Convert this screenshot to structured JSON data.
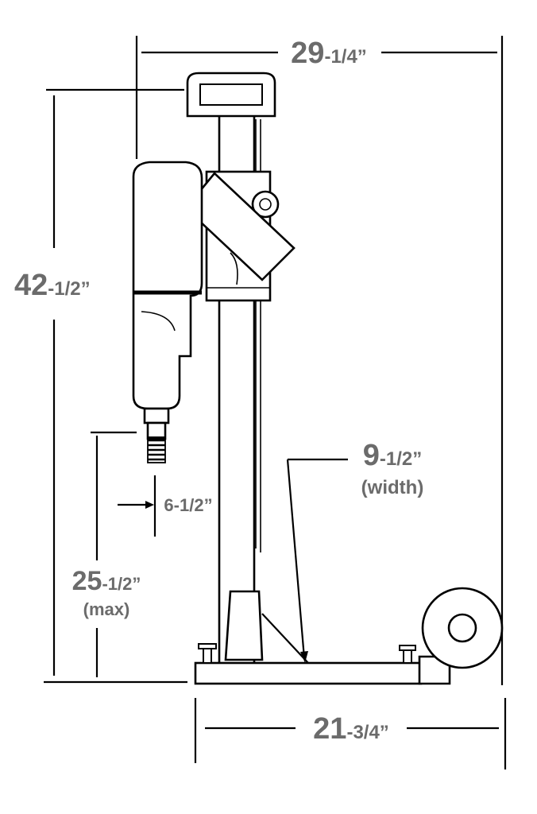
{
  "dimensions": {
    "overall_width": {
      "whole": "29",
      "fraction": "-1/4”"
    },
    "overall_height": {
      "whole": "42",
      "fraction": "-1/2”"
    },
    "base_depth": {
      "whole": "9",
      "fraction": "-1/2”",
      "note": "(width)"
    },
    "column_offset": {
      "label": "6-1/2”"
    },
    "max_travel": {
      "whole": "25",
      "fraction": "-1/2”",
      "note": "(max)"
    },
    "base_length": {
      "whole": "21",
      "fraction": "-3/4”"
    }
  }
}
